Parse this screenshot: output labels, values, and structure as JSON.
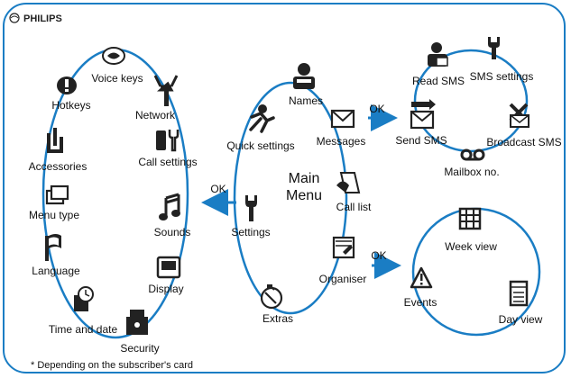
{
  "brand": "PHILIPS",
  "colors": {
    "ring": "#1a7dc4",
    "arrow": "#1a7dc4",
    "frame": "#1a7dc4"
  },
  "main_menu": {
    "line1": "Main",
    "line2": "Menu"
  },
  "main_items": [
    {
      "label": "Names",
      "icon": "names-icon"
    },
    {
      "label": "Messages",
      "icon": "messages-icon"
    },
    {
      "label": "Call list",
      "icon": "call-list-icon"
    },
    {
      "label": "Organiser",
      "icon": "organiser-icon"
    },
    {
      "label": "Extras",
      "icon": "extras-icon"
    },
    {
      "label": "Settings",
      "icon": "settings-icon"
    },
    {
      "label": "Quick settings",
      "icon": "quick-settings-icon"
    }
  ],
  "settings_items": [
    {
      "label": "Voice keys",
      "icon": "voice-keys-icon"
    },
    {
      "label": "Network",
      "icon": "network-icon"
    },
    {
      "label": "Call settings",
      "icon": "call-settings-icon"
    },
    {
      "label": "Sounds",
      "icon": "sounds-icon"
    },
    {
      "label": "Display",
      "icon": "display-icon"
    },
    {
      "label": "Security",
      "icon": "security-icon"
    },
    {
      "label": "Time and date",
      "icon": "time-date-icon"
    },
    {
      "label": "Language",
      "icon": "language-icon"
    },
    {
      "label": "Menu type",
      "icon": "menu-type-icon"
    },
    {
      "label": "Accessories",
      "icon": "accessories-icon"
    },
    {
      "label": "Hotkeys",
      "icon": "hotkeys-icon"
    }
  ],
  "messages_items": [
    {
      "label": "Read SMS",
      "icon": "read-sms-icon"
    },
    {
      "label": "SMS settings",
      "icon": "sms-settings-icon"
    },
    {
      "label": "Broadcast SMS",
      "icon": "broadcast-sms-icon"
    },
    {
      "label": "Mailbox no.",
      "icon": "mailbox-icon"
    },
    {
      "label": "Send SMS",
      "icon": "send-sms-icon"
    }
  ],
  "organiser_items": [
    {
      "label": "Week view",
      "icon": "week-view-icon"
    },
    {
      "label": "Day view",
      "icon": "day-view-icon"
    },
    {
      "label": "Events",
      "icon": "events-icon"
    }
  ],
  "arrows": {
    "settings_ok": "OK",
    "messages_ok": "OK",
    "organiser_ok": "OK"
  },
  "footnote": "* Depending on the subscriber's card"
}
